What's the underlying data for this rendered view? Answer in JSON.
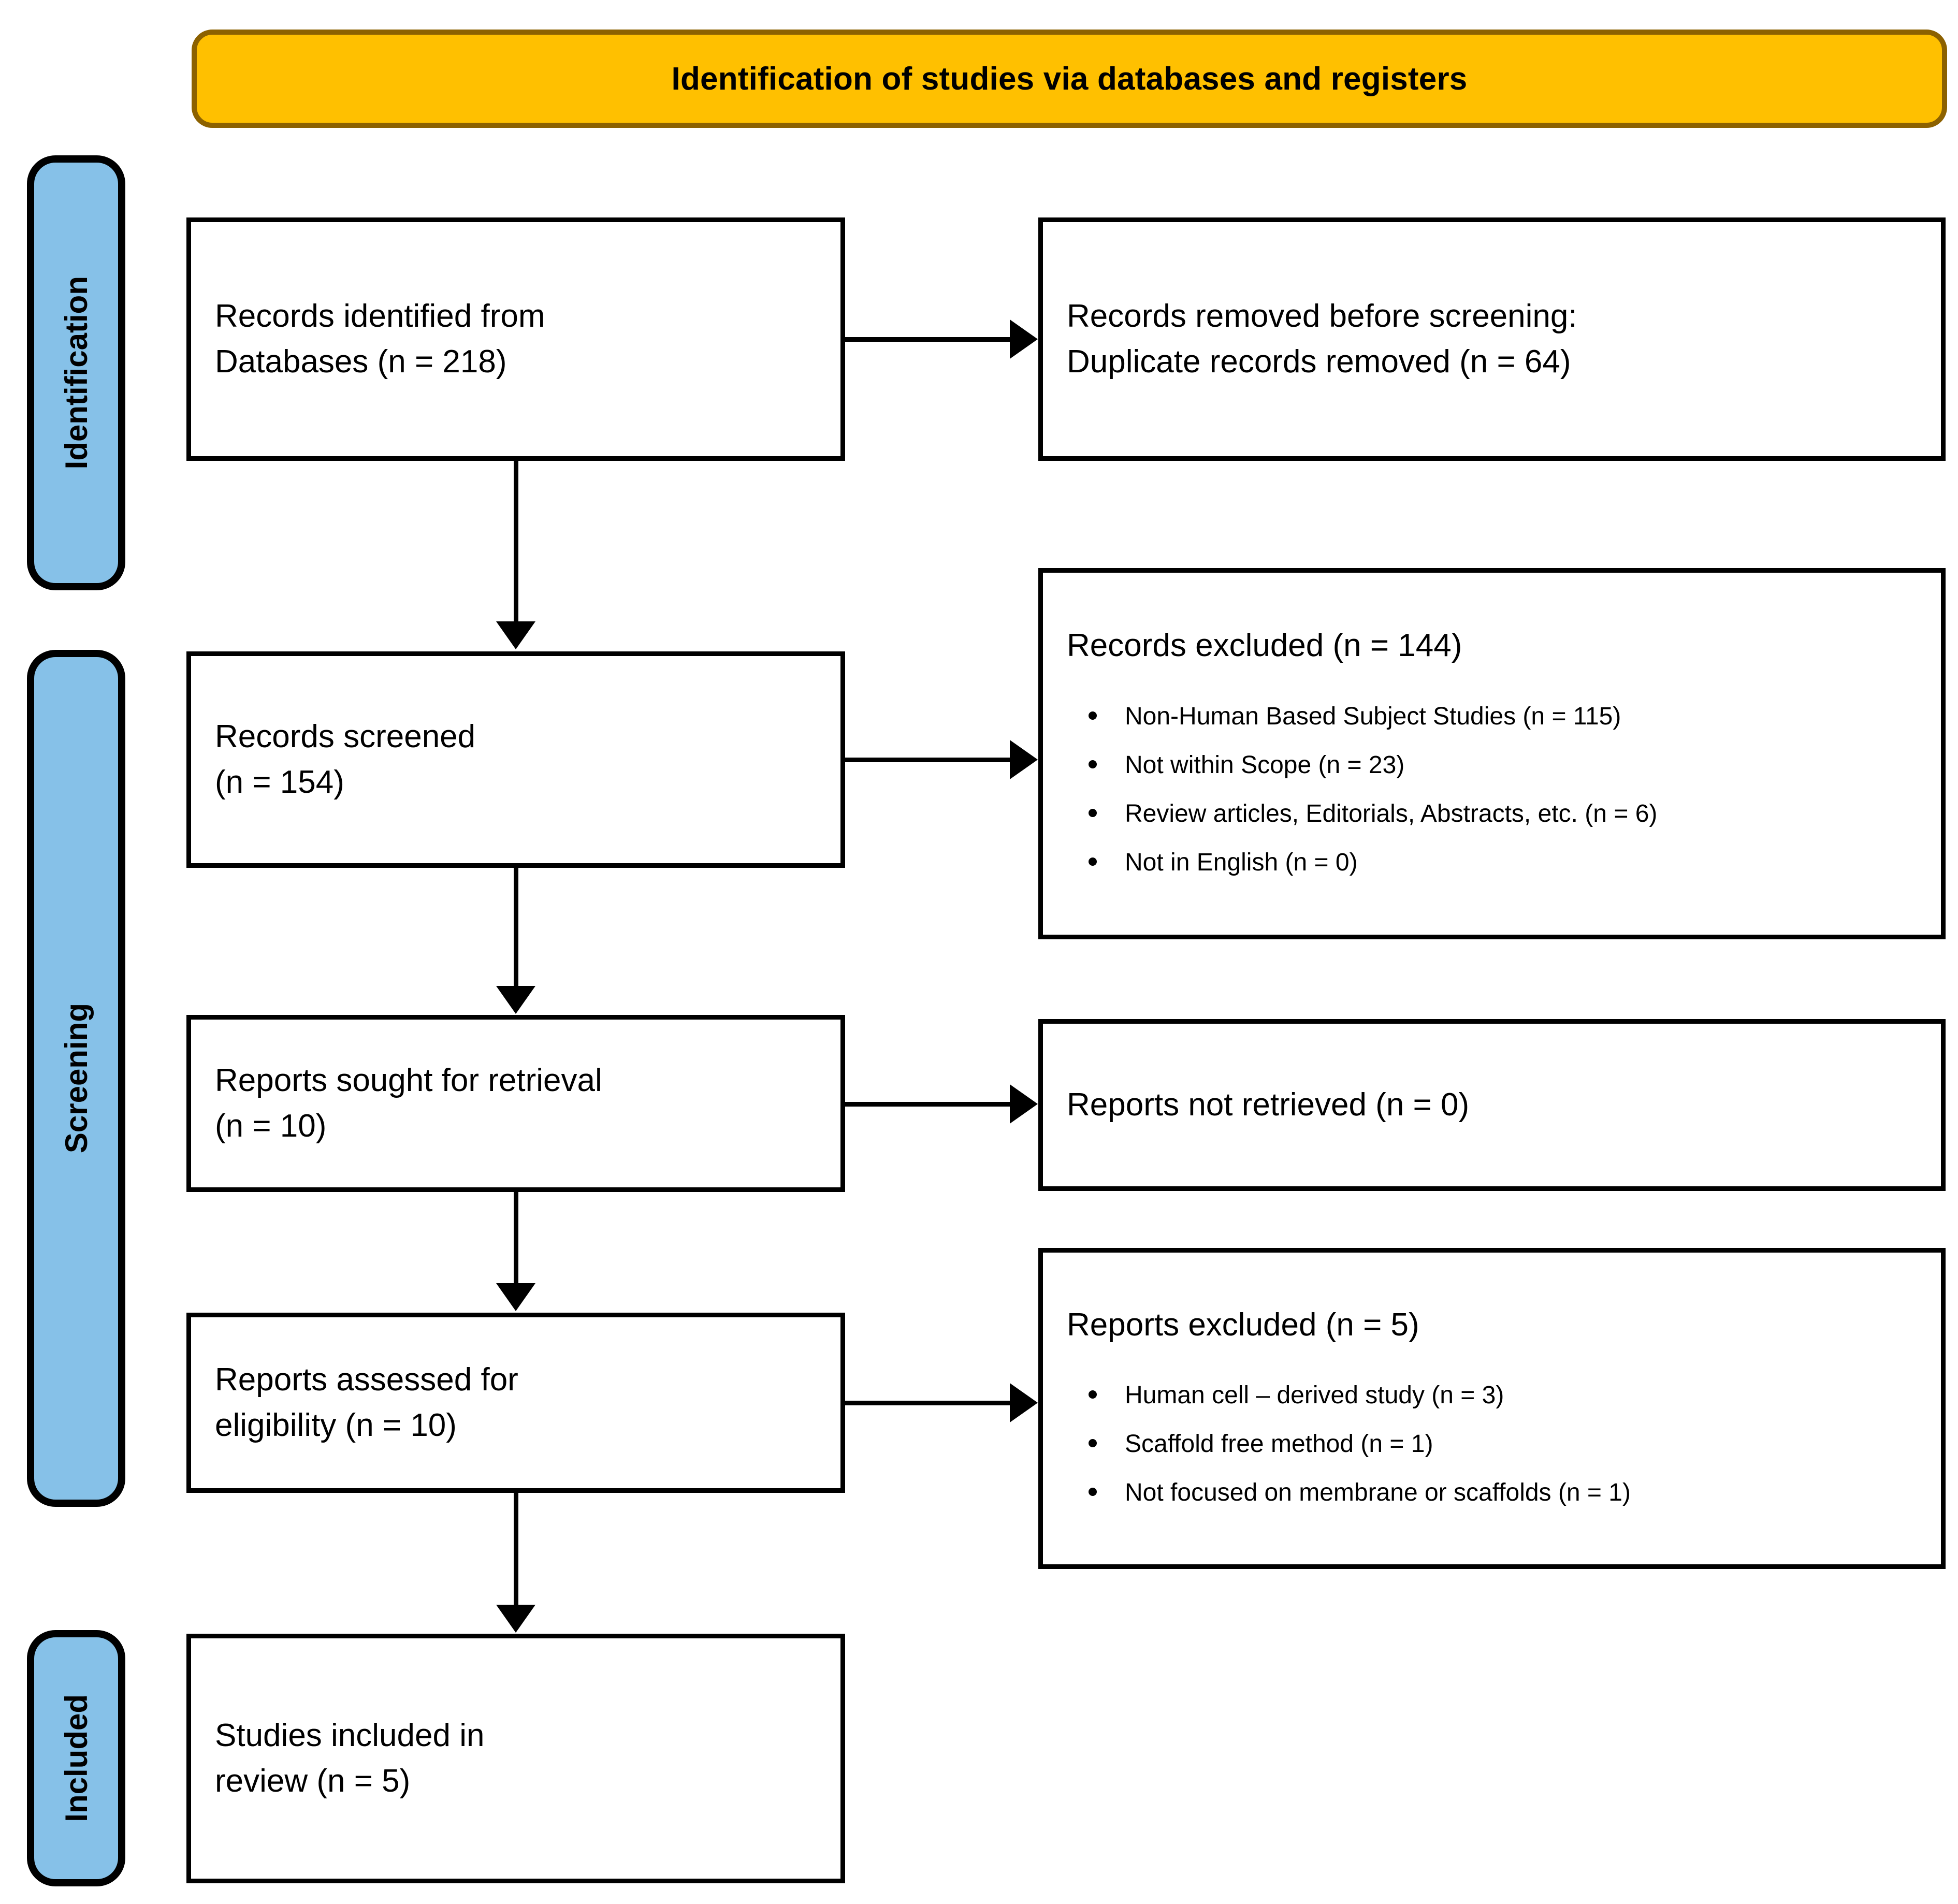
{
  "banner": {
    "title": "Identification of studies via databases and registers"
  },
  "stages": [
    {
      "key": "identification",
      "label": "Identification"
    },
    {
      "key": "screening",
      "label": "Screening"
    },
    {
      "key": "included",
      "label": "Included"
    }
  ],
  "colors": {
    "banner_fill": "#FFC000",
    "banner_border": "#8C6100",
    "stage_fill": "#86C1E8",
    "stage_border": "#000000",
    "box_border": "#000000",
    "box_fill": "#FFFFFF",
    "arrow": "#000000"
  },
  "boxes": {
    "identified": {
      "line1": "Records identified from",
      "line2": "Databases (n = 218)"
    },
    "removed": {
      "line1": "Records removed before screening:",
      "line2": "Duplicate records removed (n = 64)"
    },
    "screened": {
      "line1": "Records screened",
      "line2": "(n = 154)"
    },
    "records_excluded": {
      "heading": "Records excluded (n = 144)",
      "bullets": [
        "Non-Human Based Subject Studies (n = 115)",
        "Not within Scope (n = 23)",
        "Review articles, Editorials, Abstracts, etc. (n = 6)",
        "Not in English (n = 0)"
      ]
    },
    "sought": {
      "line1": "Reports sought for retrieval",
      "line2": "(n = 10)"
    },
    "not_retrieved": {
      "line1": "Reports not retrieved (n = 0)"
    },
    "assessed": {
      "line1": "Reports assessed for",
      "line2": "eligibility (n = 10)"
    },
    "reports_excluded": {
      "heading": "Reports excluded (n = 5)",
      "bullets": [
        "Human cell – derived study (n = 3)",
        "Scaffold free method (n = 1)",
        "Not focused on membrane or scaffolds (n = 1)"
      ]
    },
    "included": {
      "line1": "Studies included in",
      "line2": "review (n = 5)"
    }
  },
  "counts": {
    "records_identified": 218,
    "duplicates_removed": 64,
    "records_screened": 154,
    "records_excluded_total": 144,
    "excluded_non_human": 115,
    "excluded_not_in_scope": 23,
    "excluded_review_articles": 6,
    "excluded_not_english": 0,
    "reports_sought": 10,
    "reports_not_retrieved": 0,
    "reports_assessed": 10,
    "reports_excluded_total": 5,
    "excluded_human_cell_derived": 3,
    "excluded_scaffold_free": 1,
    "excluded_not_focused": 1,
    "studies_included": 5
  }
}
